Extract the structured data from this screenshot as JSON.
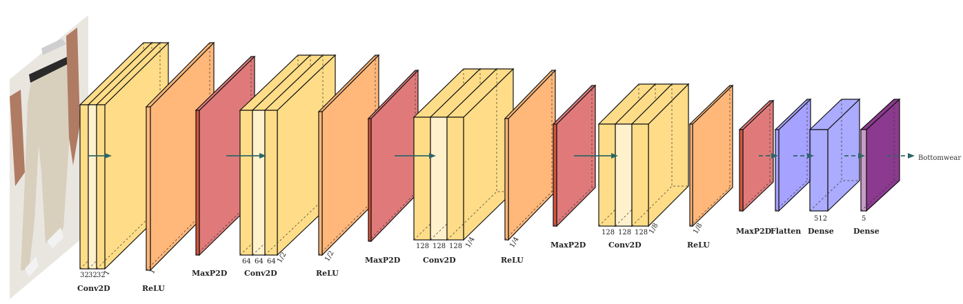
{
  "output_label": "Bottomwear",
  "layers": [
    {
      "name": "Conv2D",
      "dims": [
        "32",
        "32",
        "32",
        "1"
      ]
    },
    {
      "name": "ReLU",
      "dims": [
        "1"
      ]
    },
    {
      "name": "MaxP2D",
      "dims": []
    },
    {
      "name": "Conv2D",
      "dims": [
        "64",
        "64",
        "64",
        "1/2"
      ]
    },
    {
      "name": "ReLU",
      "dims": [
        "1/2"
      ]
    },
    {
      "name": "MaxP2D",
      "dims": []
    },
    {
      "name": "Conv2D",
      "dims": [
        "128",
        "128",
        "128",
        "1/4"
      ]
    },
    {
      "name": "ReLU",
      "dims": [
        "1/4"
      ]
    },
    {
      "name": "MaxP2D",
      "dims": []
    },
    {
      "name": "Conv2D",
      "dims": [
        "128",
        "128",
        "128",
        "1/8"
      ]
    },
    {
      "name": "ReLU",
      "dims": [
        "1/8"
      ]
    },
    {
      "name": "MaxP2D",
      "dims": []
    },
    {
      "name": "Flatten",
      "dims": []
    },
    {
      "name": "Dense",
      "dims": [
        "512"
      ]
    },
    {
      "name": "Dense",
      "dims": [
        "5"
      ]
    }
  ],
  "colors": {
    "conv": "#FFDD88",
    "conv_light": "#FFF1CC",
    "relu": "#FFB77A",
    "pool": "#E07A7A",
    "pool_dark": "#D2553C",
    "flatten": "#A6A2FF",
    "dense": "#9C9CFF",
    "softmax": "#8B3A8F",
    "arrow": "#2E6566"
  }
}
